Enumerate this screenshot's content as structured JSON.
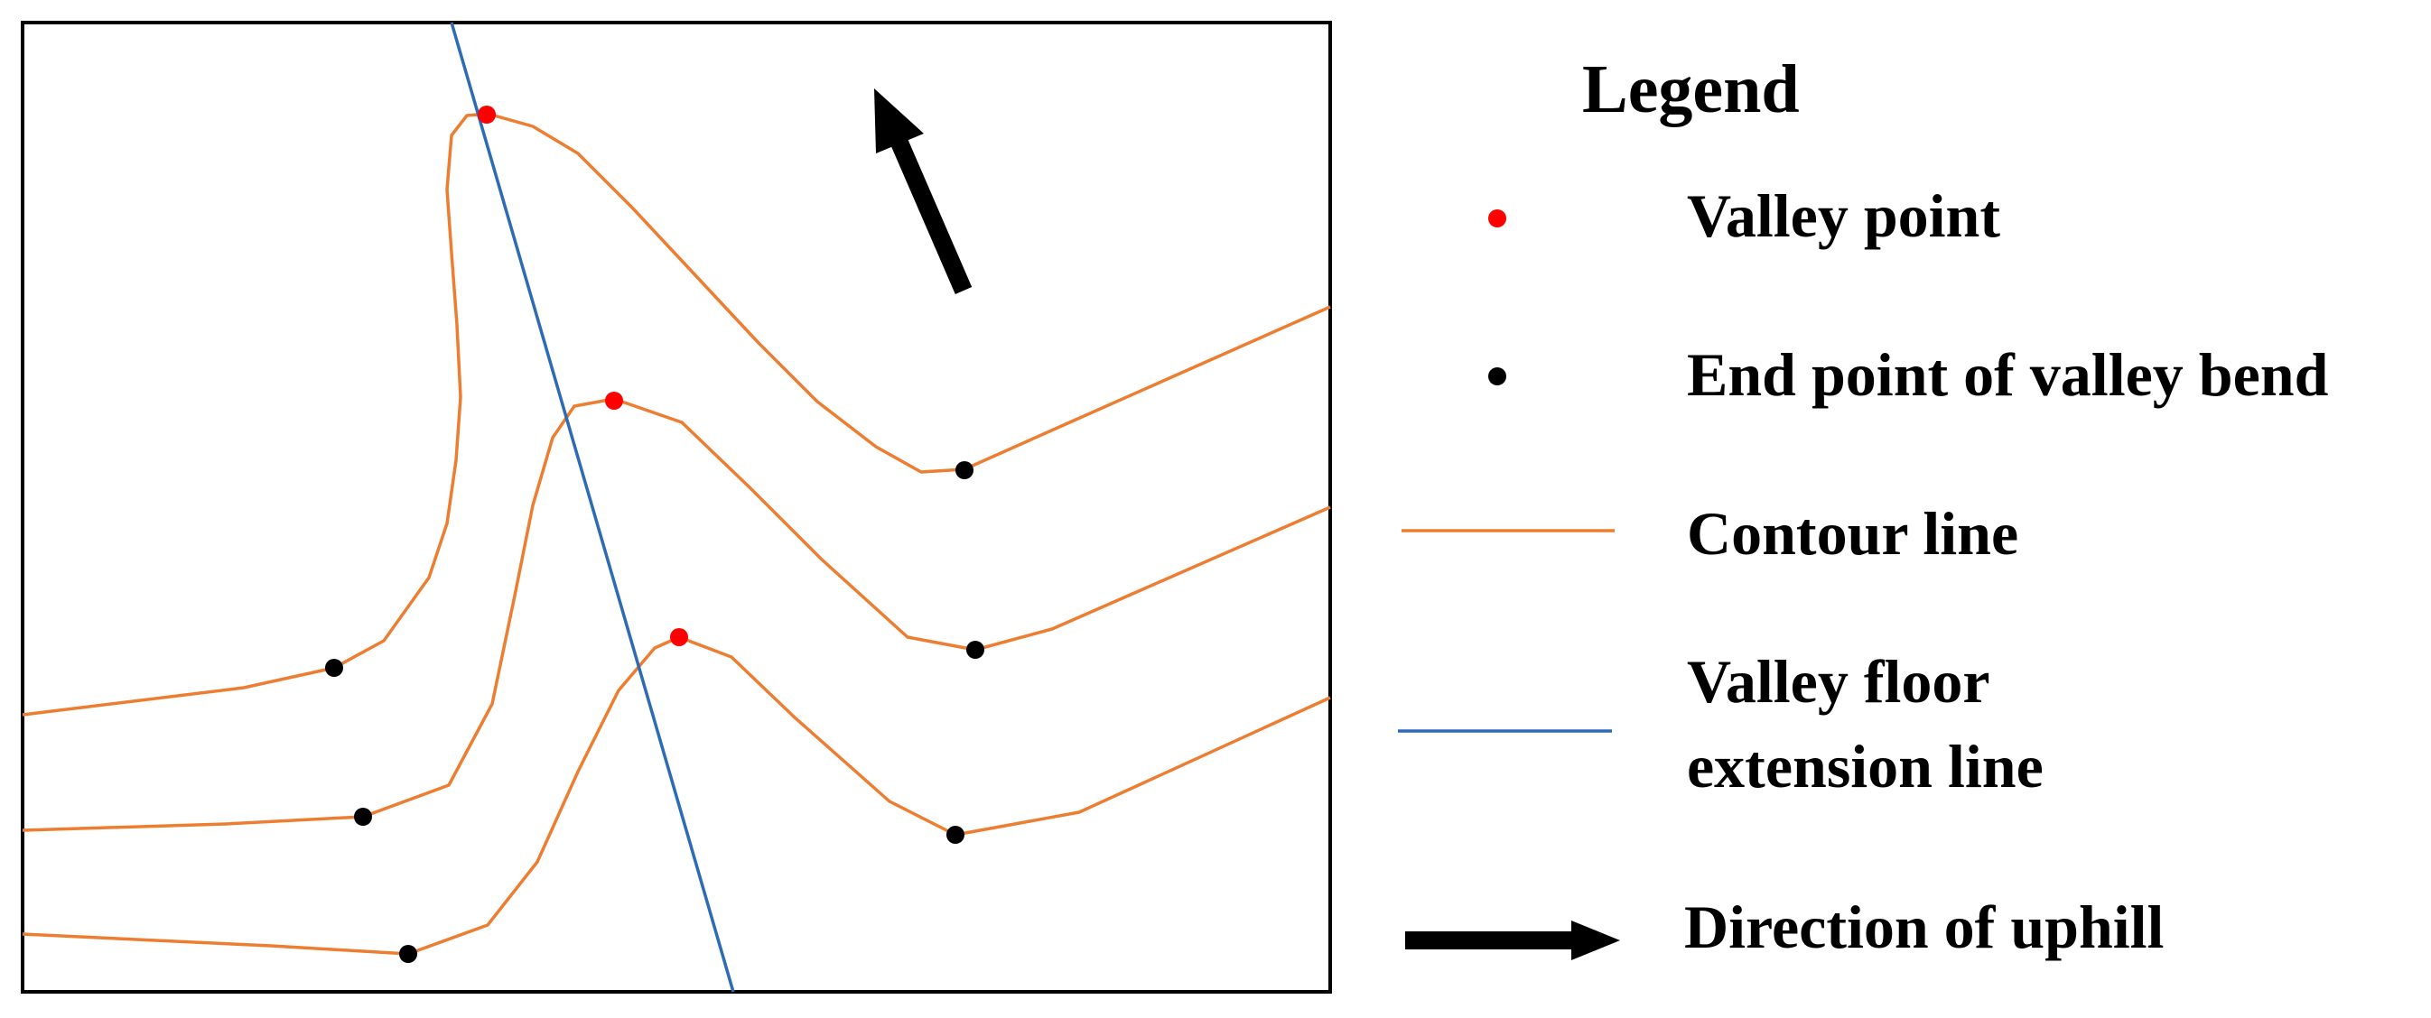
{
  "colors": {
    "contour": "#ED7D31",
    "valley_floor": "#2E6BB5",
    "valley_point": "#FF0000",
    "bend_end_point": "#000000",
    "arrow": "#000000",
    "frame": "#000000"
  },
  "legend": {
    "title": "Legend",
    "items": {
      "valley_point": {
        "label": "Valley point",
        "icon": "red-dot"
      },
      "bend_end": {
        "label": "End point of valley bend",
        "icon": "black-dot"
      },
      "contour": {
        "label": "Contour line",
        "icon": "orange-line"
      },
      "valley_floor": {
        "label_line1": "Valley floor",
        "label_line2": "extension line",
        "icon": "blue-line"
      },
      "uphill": {
        "label": "Direction of uphill",
        "icon": "black-arrow"
      }
    }
  },
  "diagram": {
    "contour_count": 3,
    "valley_points_per_contour": 1,
    "bend_end_points_per_contour": 2,
    "uphill_arrow_icon": "arrow-up-left"
  }
}
